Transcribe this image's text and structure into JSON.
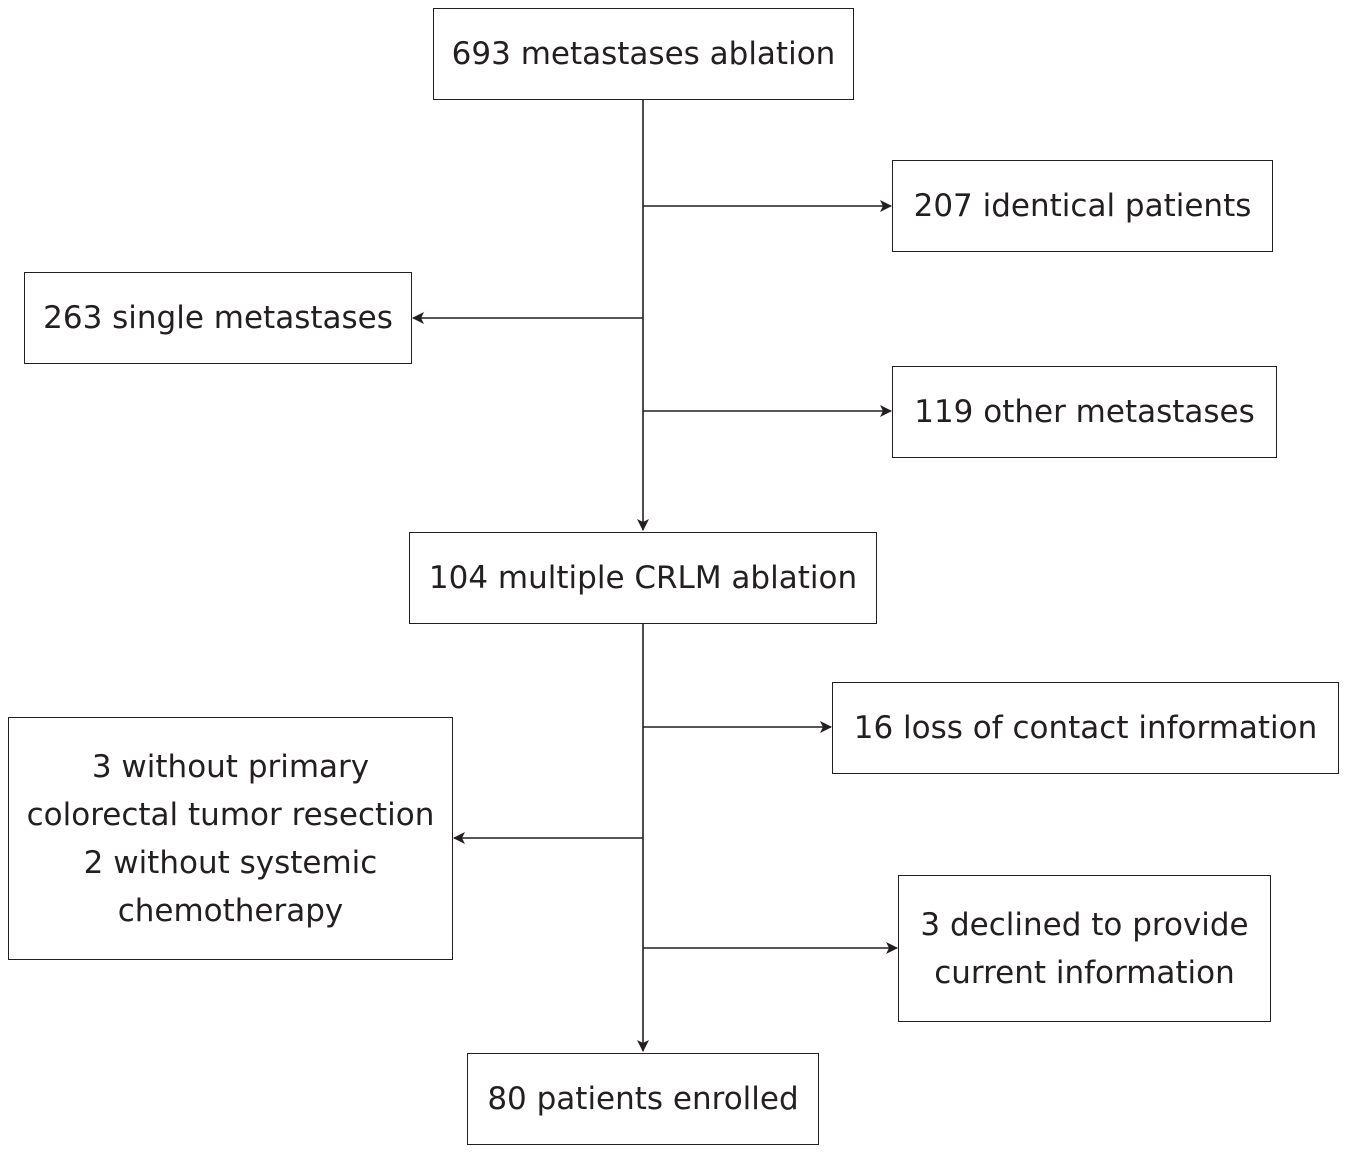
{
  "flowchart": {
    "start": "693 metastases ablation",
    "identical_patients": "207 identical patients",
    "single_metastases": "263 single metastases",
    "other_metastases": "119 other metastases",
    "multiple_crlm": "104 multiple CRLM ablation",
    "loss_of_contact": "16 loss of contact information",
    "excluded_lines": [
      "3 without primary",
      "colorectal tumor resection",
      "2 without systemic",
      "chemotherapy"
    ],
    "declined_lines": [
      "3 declined to provide",
      "current information"
    ],
    "enrolled": "80 patients enrolled"
  },
  "colors": {
    "line": "#231f20",
    "background": "#ffffff"
  }
}
